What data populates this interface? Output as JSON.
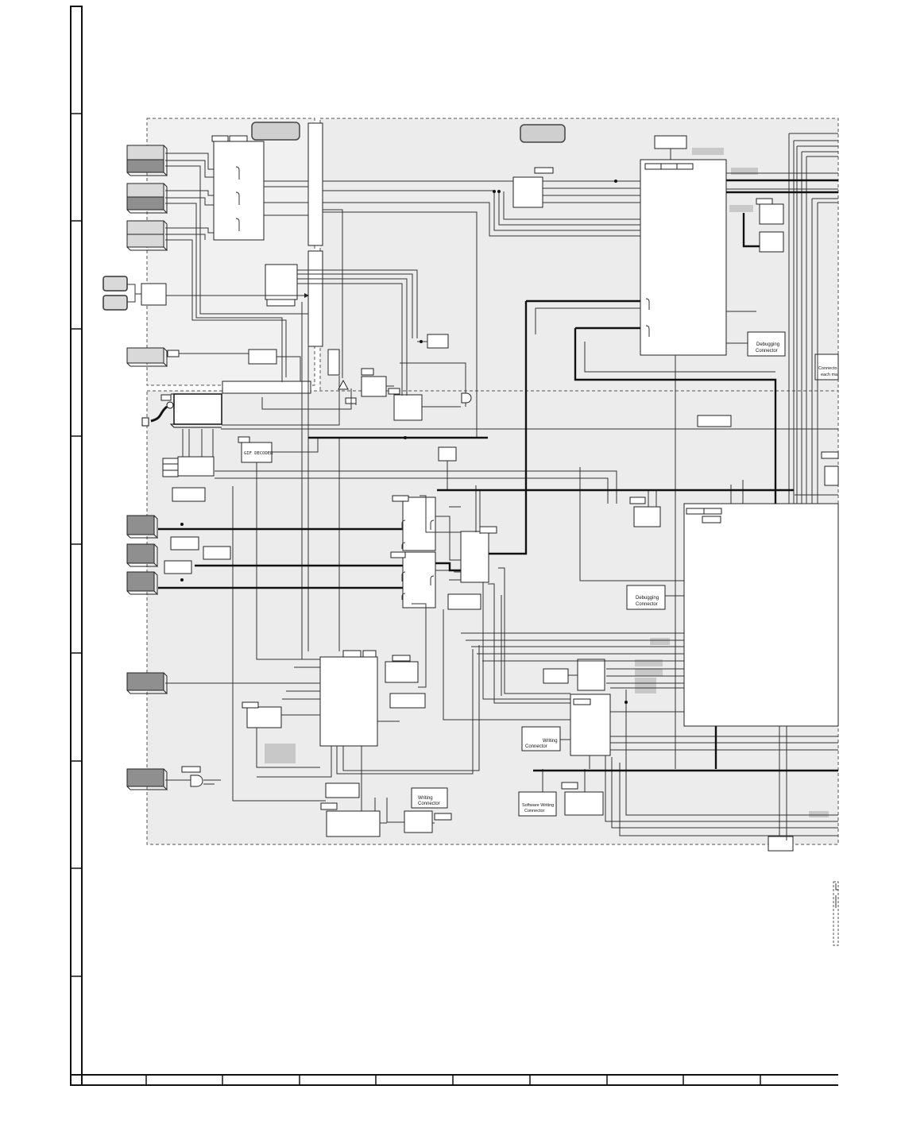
{
  "labels": {
    "debug_connector_1_line1": "Debugging",
    "debug_connector_1_line2": "Connector",
    "debug_connector_2_line1": "Debugging",
    "debug_connector_2_line2": "Connector",
    "writing_connector_1_line1": "Writing",
    "writing_connector_1_line2": "Connector",
    "writing_connector_2_line1": "Writing",
    "writing_connector_2_line2": "Connector",
    "software_writing_line1": "Software Writing",
    "software_writing_line2": "Connector",
    "gif_decoder": "GIF DECODER",
    "connector_note_line1": "Connecto",
    "connector_note_line2": "each mai"
  },
  "colors": {
    "panel_fill": "#ececec",
    "panel_fill_top": "#f1f1f1",
    "gray_block_dark": "#8f8f8f",
    "gray_block_light": "#d9d9d9",
    "label_gray": "#c8c8c8",
    "line": "#333333"
  }
}
